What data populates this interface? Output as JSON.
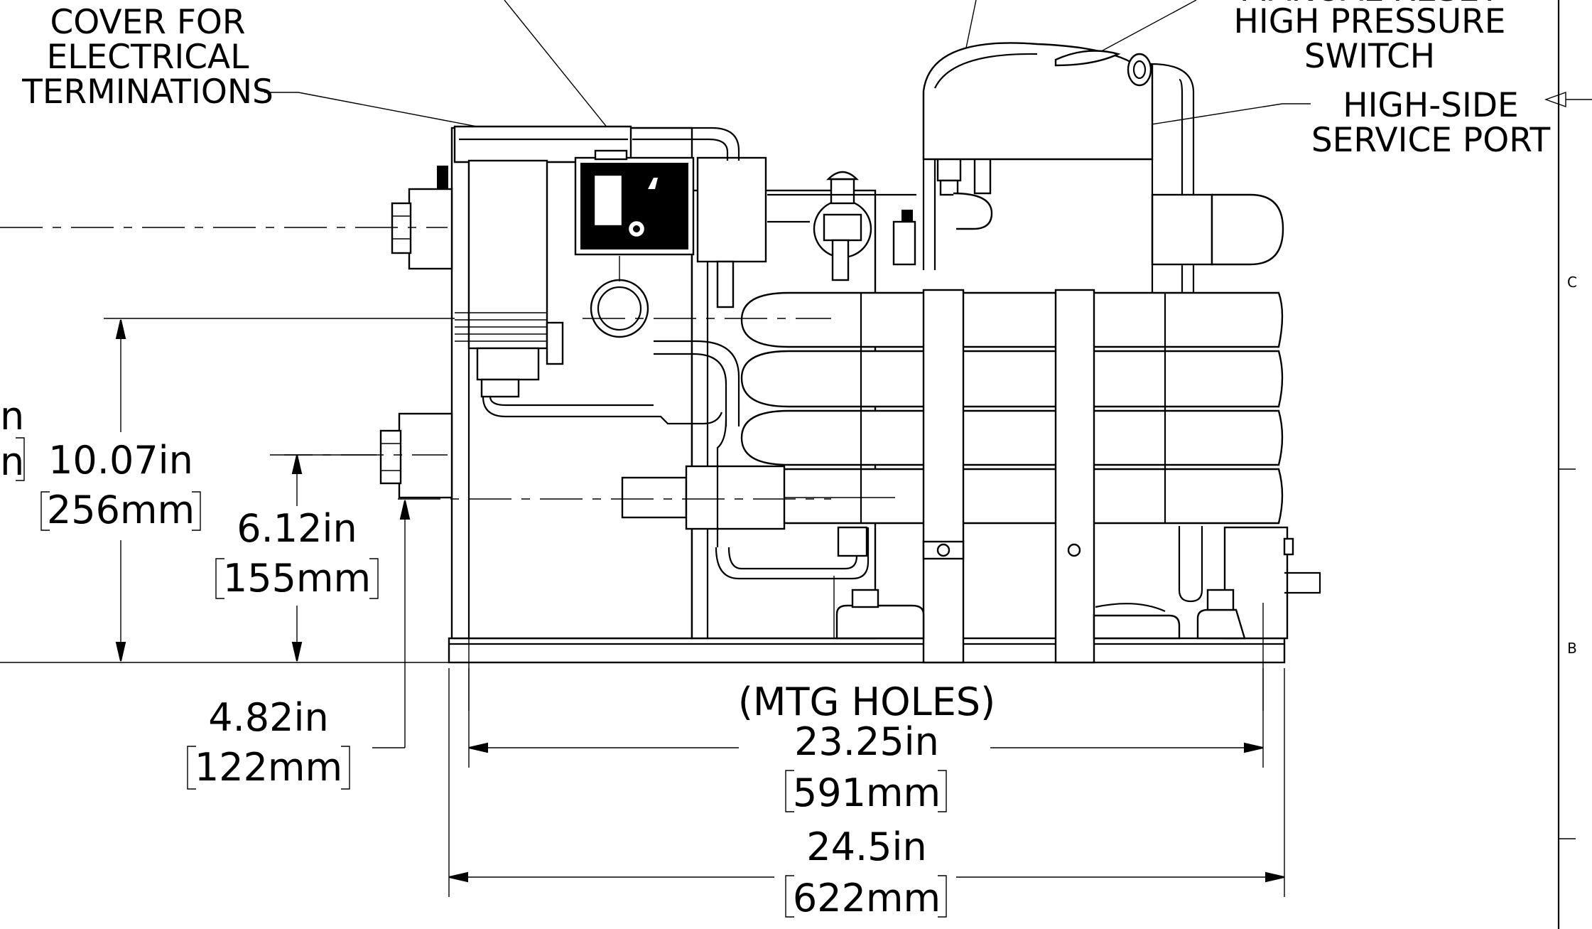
{
  "callouts": {
    "cover_line1": "COVER FOR",
    "cover_line2": "ELECTRICAL",
    "cover_line3": "TERMINATIONS",
    "manual_reset_line1": "MANUAL RESET",
    "manual_reset_line2": "HIGH PRESSURE",
    "manual_reset_line3": "SWITCH",
    "service_port_line1": "HIGH-SIDE",
    "service_port_line2": "SERVICE PORT"
  },
  "dimensions": {
    "partial_left_in": "n",
    "partial_left_mm": "n",
    "height_10_in": "10.07in",
    "height_10_mm": "256mm",
    "height_6_in": "6.12in",
    "height_6_mm": "155mm",
    "height_4_in": "4.82in",
    "height_4_mm": "122mm",
    "mtg_holes_label": "(MTG HOLES)",
    "mtg_holes_in": "23.25in",
    "mtg_holes_mm": "591mm",
    "overall_width_in": "24.5in",
    "overall_width_mm": "622mm"
  },
  "zone_letters": {
    "c": "C",
    "b": "B"
  },
  "colors": {
    "line": "#000000",
    "paper": "#ffffff"
  }
}
